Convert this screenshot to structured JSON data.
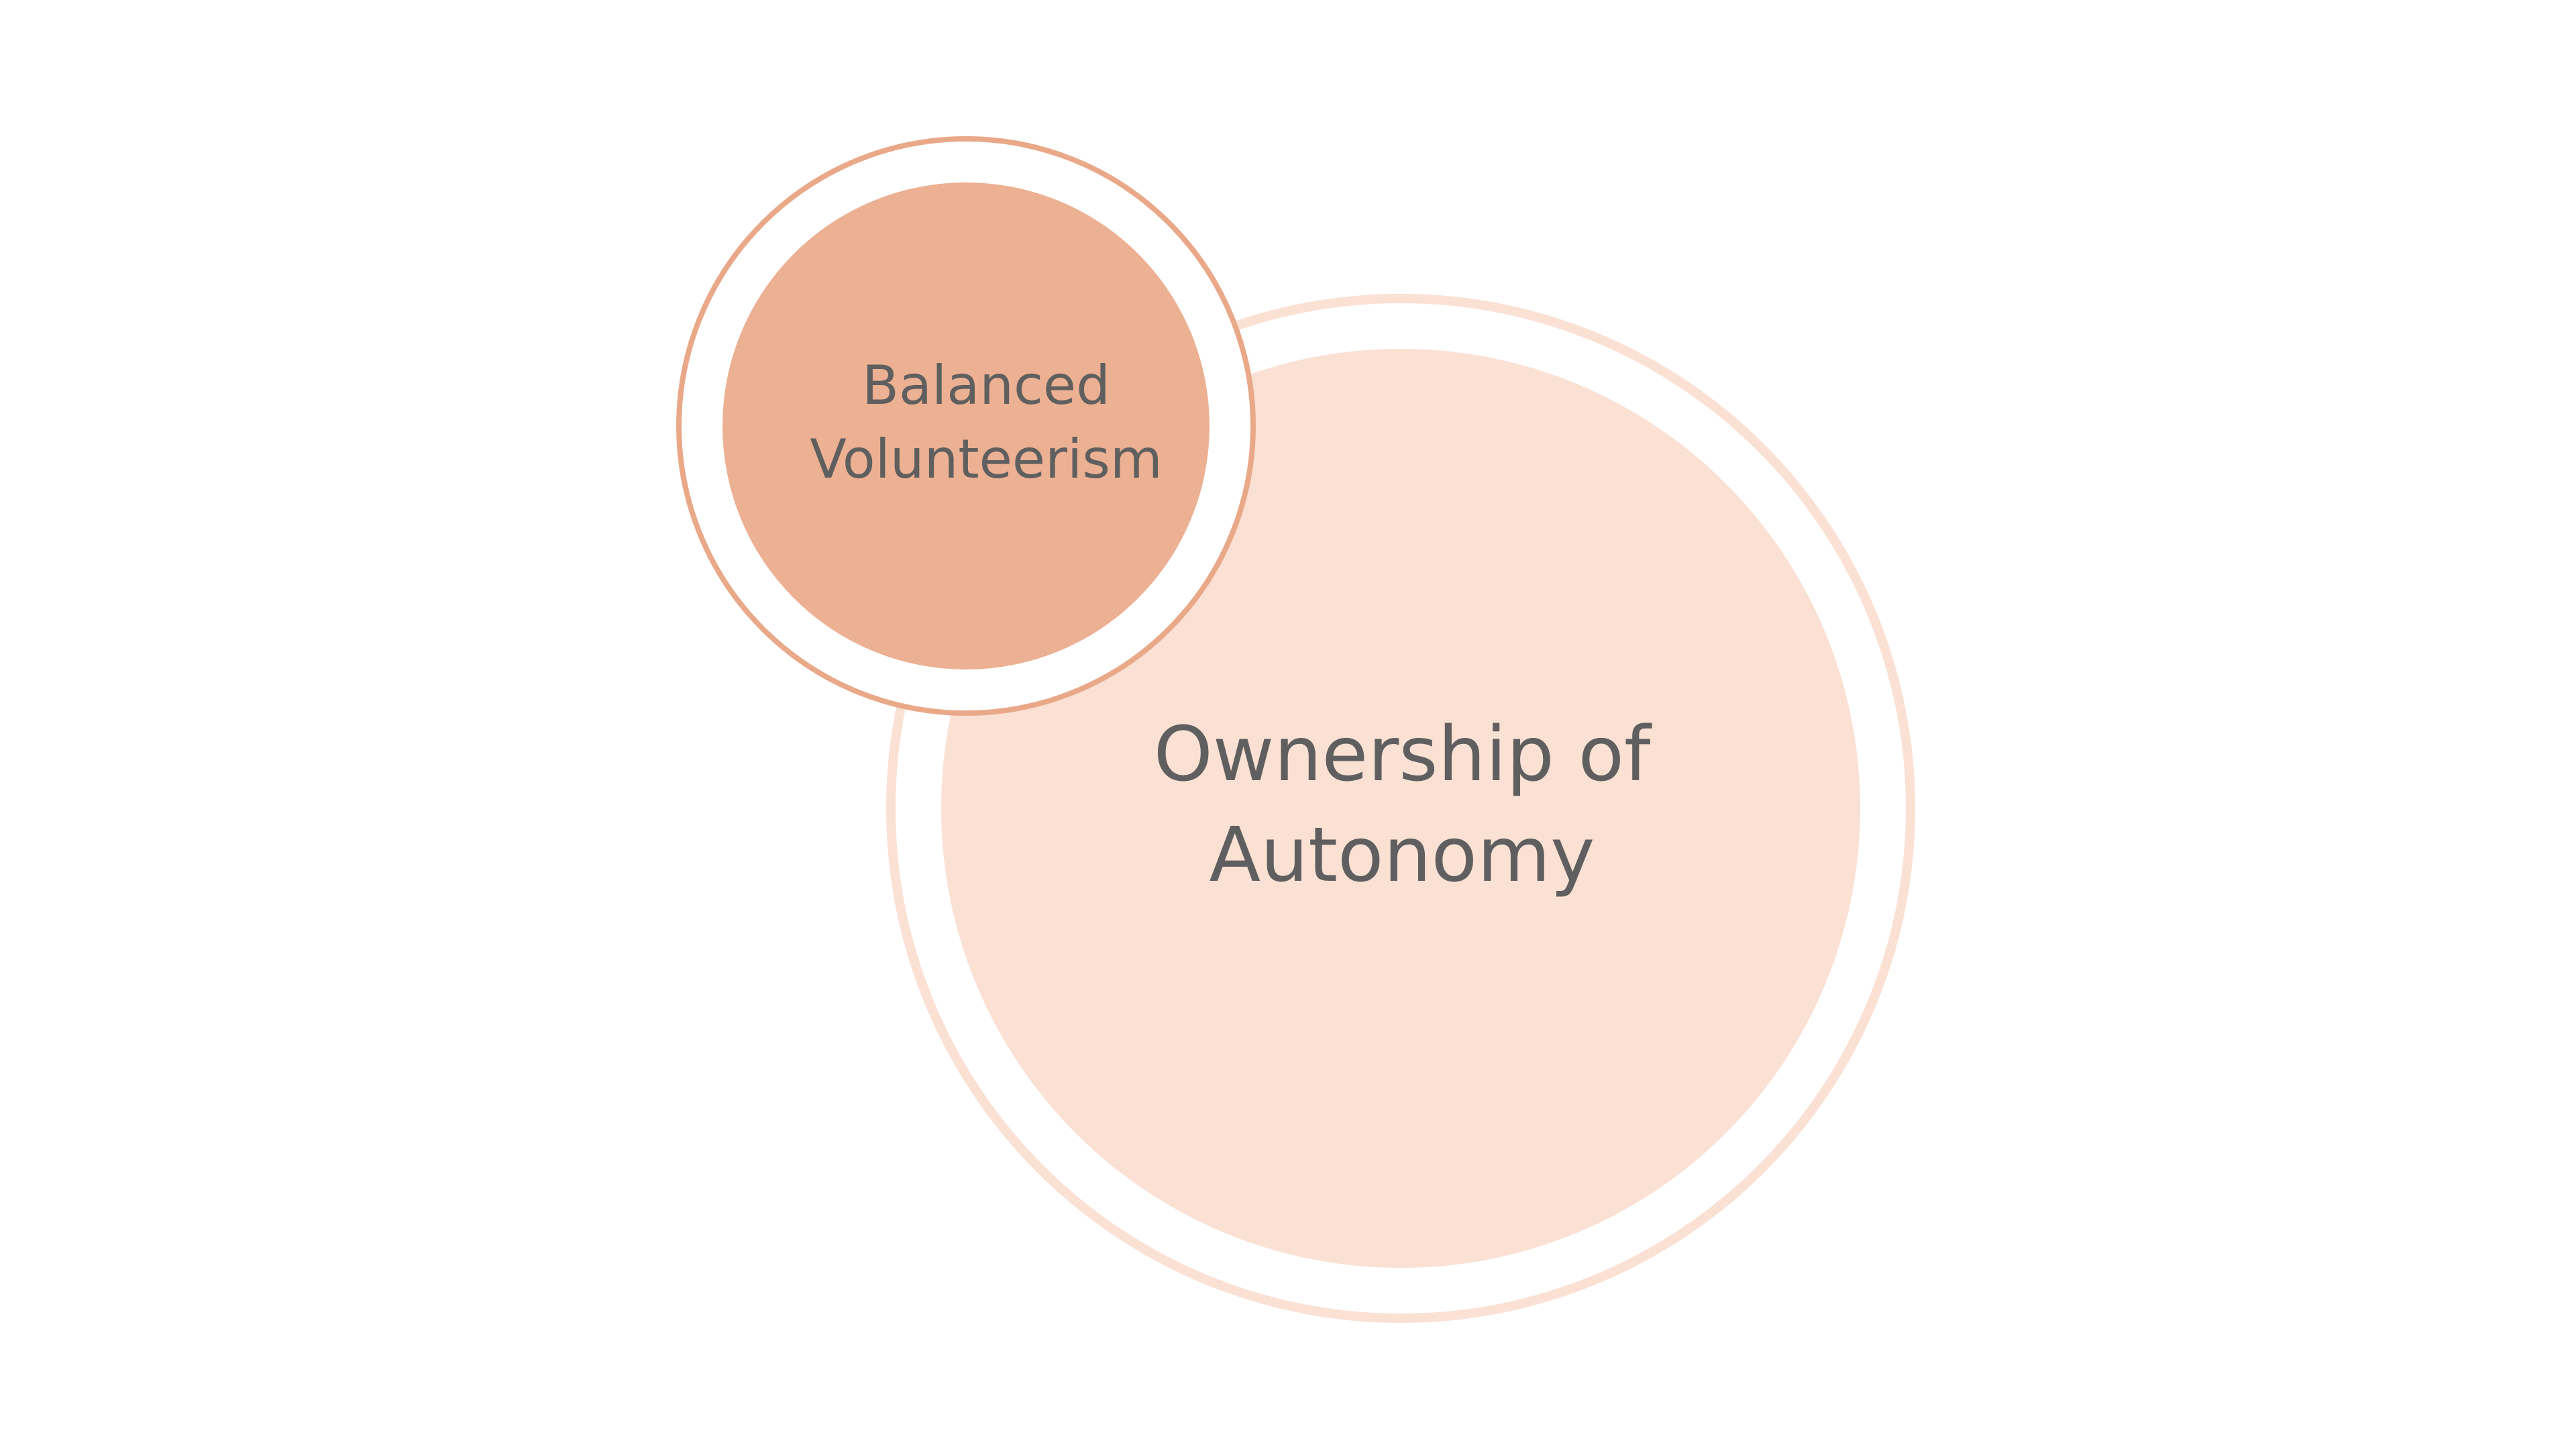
{
  "diagram": {
    "circles": {
      "large": {
        "label_lines": [
          "Ownership of",
          "Autonomy"
        ],
        "fill_color": "#fbe0d4",
        "ring_color": "#fbe0d4"
      },
      "small": {
        "label_lines": [
          "Balanced",
          "Volunteerism"
        ],
        "fill_color": "#ecb092",
        "ring_color": "#e9a989"
      }
    },
    "text_color": "#5f5f5f",
    "background_color": "#ffffff"
  }
}
